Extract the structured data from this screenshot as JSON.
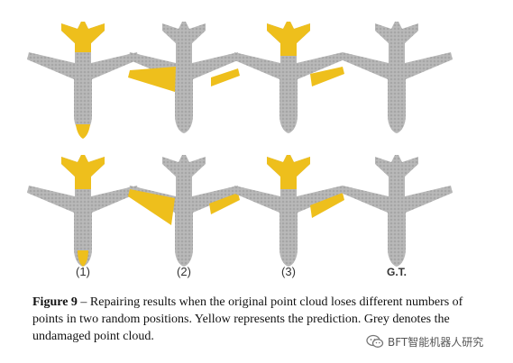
{
  "columns": [
    {
      "label": "(1)"
    },
    {
      "label": "(2)"
    },
    {
      "label": "(3)"
    },
    {
      "label": "G.T."
    }
  ],
  "colors": {
    "grey": "#b9b9b9",
    "yellow": "#eebf1c"
  },
  "caption": {
    "figure_no": "Figure 9",
    "text": " – Repairing results when the original point cloud loses different numbers of points in two random positions.  Yellow represents the prediction. Grey denotes the undamaged point cloud."
  },
  "watermark": {
    "text": "BFT智能机器人研究",
    "icon": "wechat-icon"
  }
}
